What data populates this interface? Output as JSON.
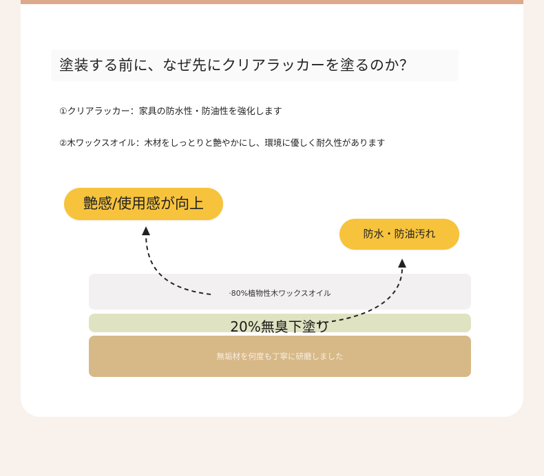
{
  "heading": "塗装する前に、なぜ先にクリアラッカーを塗るのか？",
  "points": [
    "①クリアラッカー：家具の防水性・防油性を強化します",
    "②木ワックスオイル：木材をしっとりと艶やかにし、環境に優しく耐久性があります"
  ],
  "pills": {
    "left": "艶感/使用感が向上",
    "right": "防水・防油汚れ"
  },
  "layers": {
    "top": "·80%植物性木ワックスオイル",
    "middle": "20%無臭下塗り",
    "bottom": "無垢材を何度も丁寧に研磨しました"
  },
  "colors": {
    "accent_yellow": "#f7c33c",
    "top_bar": "#dda98a",
    "layer_top": "#f2f0f0",
    "layer_middle": "#dfe3c1",
    "layer_bottom": "#d7b887"
  }
}
